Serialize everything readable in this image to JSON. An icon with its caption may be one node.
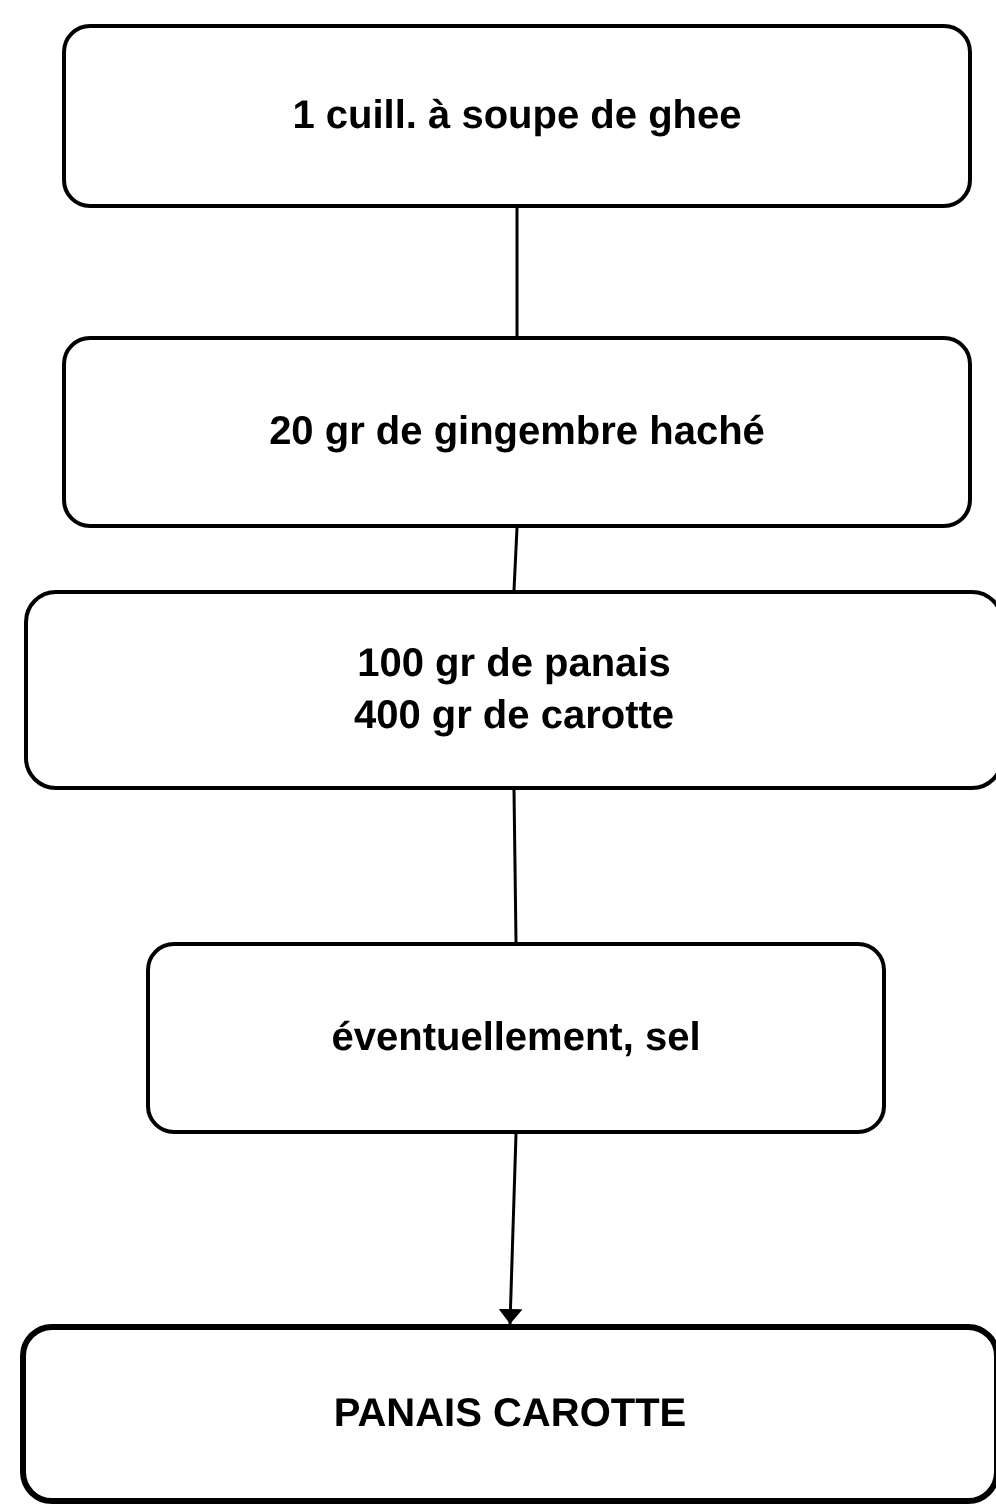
{
  "diagram": {
    "nodes": [
      {
        "text": [
          "1 cuill. à soupe de ghee"
        ]
      },
      {
        "text": [
          "20 gr de gingembre haché"
        ]
      },
      {
        "text": [
          "100 gr de panais",
          "400 gr de carotte"
        ]
      },
      {
        "text": [
          "éventuellement, sel"
        ]
      },
      {
        "text": [
          "PANAIS CAROTTE"
        ]
      }
    ],
    "edges": [
      {
        "from": 0,
        "to": 1,
        "arrow": "none"
      },
      {
        "from": 1,
        "to": 2,
        "arrow": "none"
      },
      {
        "from": 2,
        "to": 3,
        "arrow": "none"
      },
      {
        "from": 3,
        "to": 4,
        "arrow": "to"
      }
    ]
  }
}
